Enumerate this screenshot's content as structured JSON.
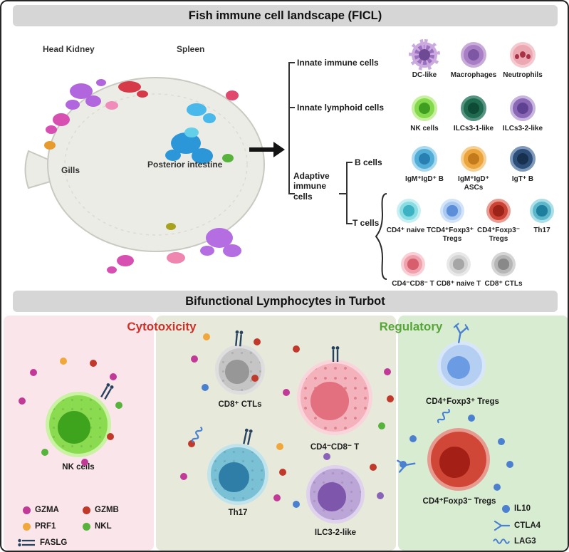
{
  "colors": {
    "gzma": "#c13a97",
    "gzmb": "#c0392b",
    "prf1": "#f0a83c",
    "nkl": "#57b33c",
    "il10": "#4b80d1",
    "faslg": "#27425f",
    "ctla4": "#4b80d1",
    "lag3": "#4b80d1",
    "purple_dot": "#8a63b8",
    "cytotoxicity": "#d03028",
    "regulatory": "#56a637"
  },
  "top_panel": {
    "title": "Fish immune cell landscape (FICL)",
    "tissue_labels": {
      "head_kidney": "Head Kidney",
      "spleen": "Spleen",
      "gills": "Gills",
      "posterior_intestine": "Posterior intestine"
    },
    "tree": {
      "innate_immune": "Innate immune cells",
      "innate_lymphoid": "Innate lymphoid cells",
      "adaptive": "Adaptive immune cells",
      "b_cells": "B cells",
      "t_cells": "T cells"
    },
    "cell_types": [
      {
        "label": "DC-like",
        "colors": {
          "ring": "#cbaade",
          "outer": "#9b6fc0",
          "inner": "#6f4a94"
        }
      },
      {
        "label": "Macrophages",
        "colors": {
          "ring": "#c9abd9",
          "outer": "#a87fc4",
          "inner": "#7d57a3"
        }
      },
      {
        "label": "Neutrophils",
        "colors": {
          "ring": "#f4c9d0",
          "outer": "#eba8b3",
          "inner": "#a83246"
        }
      },
      {
        "label": "NK cells",
        "colors": {
          "ring": "#c9f0a1",
          "outer": "#85d94d",
          "inner": "#3f9e1f"
        }
      },
      {
        "label": "ILCs3-1-like",
        "colors": {
          "ring": "#569481",
          "outer": "#1e6b50",
          "inner": "#0e4a35"
        }
      },
      {
        "label": "ILCs3-2-like",
        "colors": {
          "ring": "#c6b5de",
          "outer": "#8a68b5",
          "inner": "#5e4191"
        }
      },
      {
        "label": "IgM⁺IgD⁺ B",
        "colors": {
          "ring": "#a9d9ef",
          "outer": "#52add7",
          "inner": "#277fb2"
        }
      },
      {
        "label": "IgM⁺IgD⁺ ASCs",
        "colors": {
          "ring": "#f6d093",
          "outer": "#eca43d",
          "inner": "#c27a1c"
        }
      },
      {
        "label": "IgT⁺ B",
        "colors": {
          "ring": "#7e99ba",
          "outer": "#2d4e78",
          "inner": "#16304e"
        }
      },
      {
        "label": "CD4⁺ naive T",
        "colors": {
          "ring": "#c8eff3",
          "outer": "#89dce2",
          "inner": "#3cb2c3"
        }
      },
      {
        "label": "CD4⁺Foxp3⁺ Tregs",
        "colors": {
          "ring": "#d3e3f8",
          "outer": "#a9c9f0",
          "inner": "#5b8dd9"
        }
      },
      {
        "label": "CD4⁺Foxp3⁻ Tregs",
        "colors": {
          "ring": "#e99c92",
          "outer": "#cb4334",
          "inner": "#9b2317"
        }
      },
      {
        "label": "Th17",
        "colors": {
          "ring": "#abdfe8",
          "outer": "#5db7ca",
          "inner": "#1e7e9e"
        }
      },
      {
        "label": "CD4⁻CD8⁻ T",
        "colors": {
          "ring": "#f9cfd5",
          "outer": "#efa2ac",
          "inner": "#d75e6d"
        }
      },
      {
        "label": "CD8⁺ naive T",
        "colors": {
          "ring": "#e8e8e8",
          "outer": "#d3d3d3",
          "inner": "#a6a6a6"
        }
      },
      {
        "label": "CD8⁺ CTLs",
        "colors": {
          "ring": "#d5d5d5",
          "outer": "#b6b6b6",
          "inner": "#898989"
        }
      }
    ]
  },
  "bottom_panel": {
    "title": "Bifunctional Lymphocytes in Turbot",
    "cytotoxicity_heading": "Cytotoxicity",
    "regulatory_heading": "Regulatory",
    "cells": {
      "nk": {
        "label": "NK cells",
        "colors": {
          "ring": "#caf2a3",
          "outer": "#8bdb51",
          "inner": "#3ea31d"
        }
      },
      "cd8_ctls": {
        "label": "CD8⁺ CTLs",
        "colors": {
          "ring": "#dedede",
          "outer": "#c5c5c5",
          "inner": "#979797"
        }
      },
      "dn_t": {
        "label": "CD4⁻CD8⁻ T",
        "colors": {
          "ring": "#f9d4da",
          "outer": "#f3b2bc",
          "inner": "#e3707e"
        }
      },
      "th17": {
        "label": "Th17",
        "colors": {
          "ring": "#c0e3ec",
          "outer": "#7bc1d5",
          "inner": "#2e7ea7"
        }
      },
      "ilc3": {
        "label": "ILC3-2-like",
        "colors": {
          "ring": "#ded2ed",
          "outer": "#bca6d8",
          "inner": "#7e57ac"
        }
      },
      "tregs_pos": {
        "label": "CD4⁺Foxp3⁺ Tregs",
        "colors": {
          "ring": "#d8e6f9",
          "outer": "#b4cff2",
          "inner": "#6a9be3"
        }
      },
      "tregs_neg": {
        "label": "CD4⁺Foxp3⁻ Tregs",
        "colors": {
          "ring": "#e79a8f",
          "outer": "#d14737",
          "inner": "#a41f15"
        }
      }
    },
    "legend_left": [
      {
        "name": "GZMA"
      },
      {
        "name": "GZMB"
      },
      {
        "name": "PRF1"
      },
      {
        "name": "NKL"
      },
      {
        "name": "FASLG"
      }
    ],
    "legend_right": [
      {
        "name": "IL10"
      },
      {
        "name": "CTLA4"
      },
      {
        "name": "LAG3"
      }
    ]
  }
}
